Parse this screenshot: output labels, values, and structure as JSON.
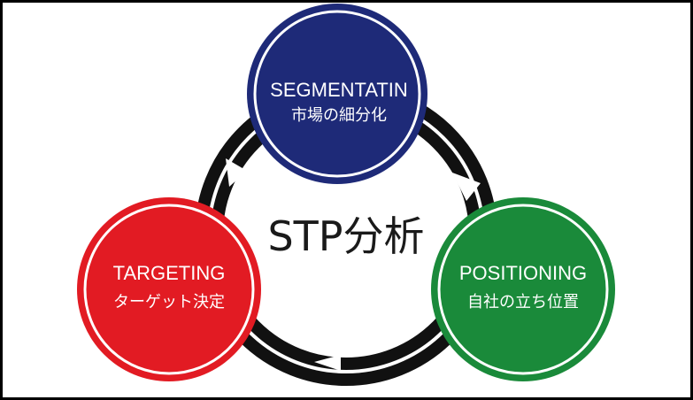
{
  "title": "STP分析",
  "nodes": [
    {
      "key": "segmentation",
      "title": "SEGMENTATIN",
      "subtitle": "市場の細分化",
      "color": "#1e2a78"
    },
    {
      "key": "positioning",
      "title": "POSITIONING",
      "subtitle": "自社の立ち位置",
      "color": "#1a8a3a"
    },
    {
      "key": "targeting",
      "title": "TARGETING",
      "subtitle": "ターゲット決定",
      "color": "#e21b23"
    }
  ],
  "ring_color": "#111111",
  "flow": "clockwise"
}
